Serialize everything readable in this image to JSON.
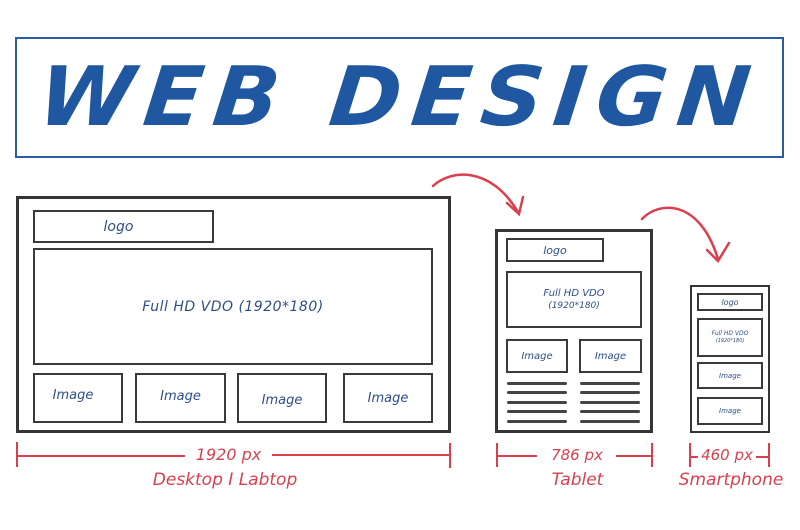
{
  "title": "WEB DESIGN",
  "colors": {
    "title_blue": "#1f57a0",
    "annotation_red": "#d8404e",
    "sketch_dark": "#353535",
    "handwriting_blue": "#2d4f87"
  },
  "desktop": {
    "logo": "logo",
    "video": "Full HD VDO (1920*180)",
    "images": [
      "Image",
      "Image",
      "Image",
      "Image"
    ],
    "width_label": "1920 px",
    "device_label": "Desktop I Labtop"
  },
  "tablet": {
    "logo": "logo",
    "video_line1": "Full HD VDO",
    "video_line2": "(1920*180)",
    "images": [
      "Image",
      "Image"
    ],
    "text_line_rows": 5,
    "width_label": "786 px",
    "device_label": "Tablet"
  },
  "smartphone": {
    "logo": "logo",
    "video_line1": "Full HD VDO",
    "video_line2": "(1920*180)",
    "images": [
      "Image",
      "Image"
    ],
    "width_label": "460 px",
    "device_label": "Smartphone"
  },
  "arrows": [
    {
      "from": "desktop",
      "to": "tablet"
    },
    {
      "from": "tablet",
      "to": "smartphone"
    }
  ]
}
